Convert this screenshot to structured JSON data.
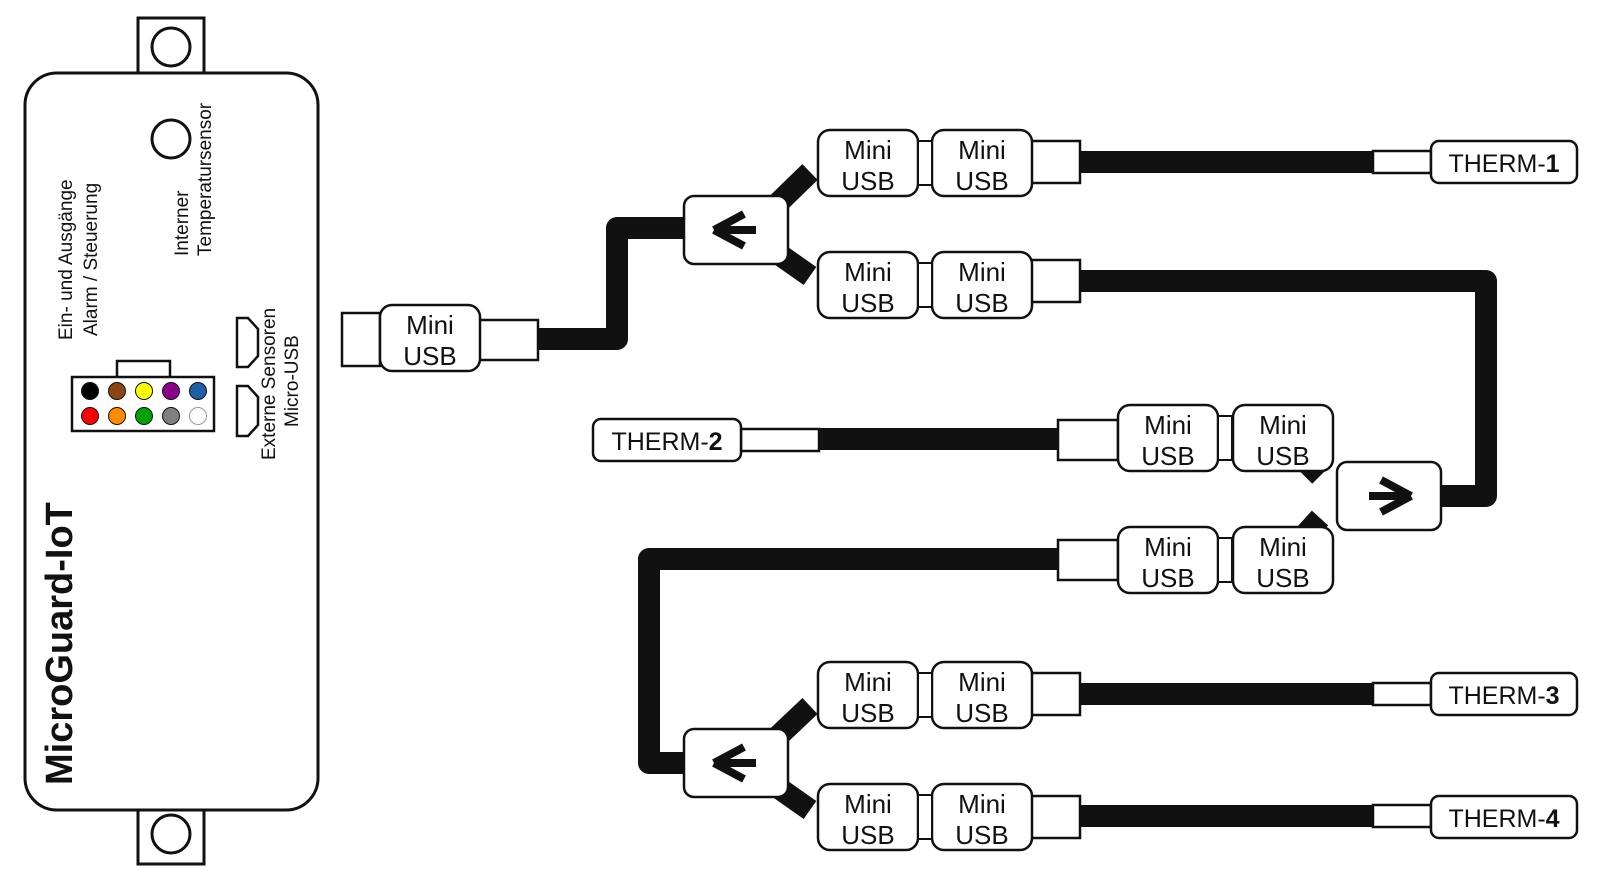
{
  "device": {
    "name": "MicroGuard-IoT",
    "label_io_line1": "Ein- und Ausgänge",
    "label_io_line2": "Alarm / Steuerung",
    "label_temp_line1": "Interner",
    "label_temp_line2": "Temperatursensor",
    "label_ext_line1": "Externe Sensoren",
    "label_ext_line2": "Micro-USB",
    "terminal_colors_top": [
      "#000000",
      "#8B4513",
      "#FFFF00",
      "#8B008B",
      "#1F5FA6"
    ],
    "terminal_colors_bottom": [
      "#FF0000",
      "#FF8C00",
      "#00A000",
      "#808080",
      "#FFFFFF"
    ]
  },
  "connector": {
    "line1": "Mini",
    "line2": "USB"
  },
  "splitter_icon": "y-splitter-icon",
  "sensors": {
    "therm1_prefix": "THERM-",
    "therm1_num": "1",
    "therm2_prefix": "THERM-",
    "therm2_num": "2",
    "therm3_prefix": "THERM-",
    "therm3_num": "3",
    "therm4_prefix": "THERM-",
    "therm4_num": "4"
  }
}
